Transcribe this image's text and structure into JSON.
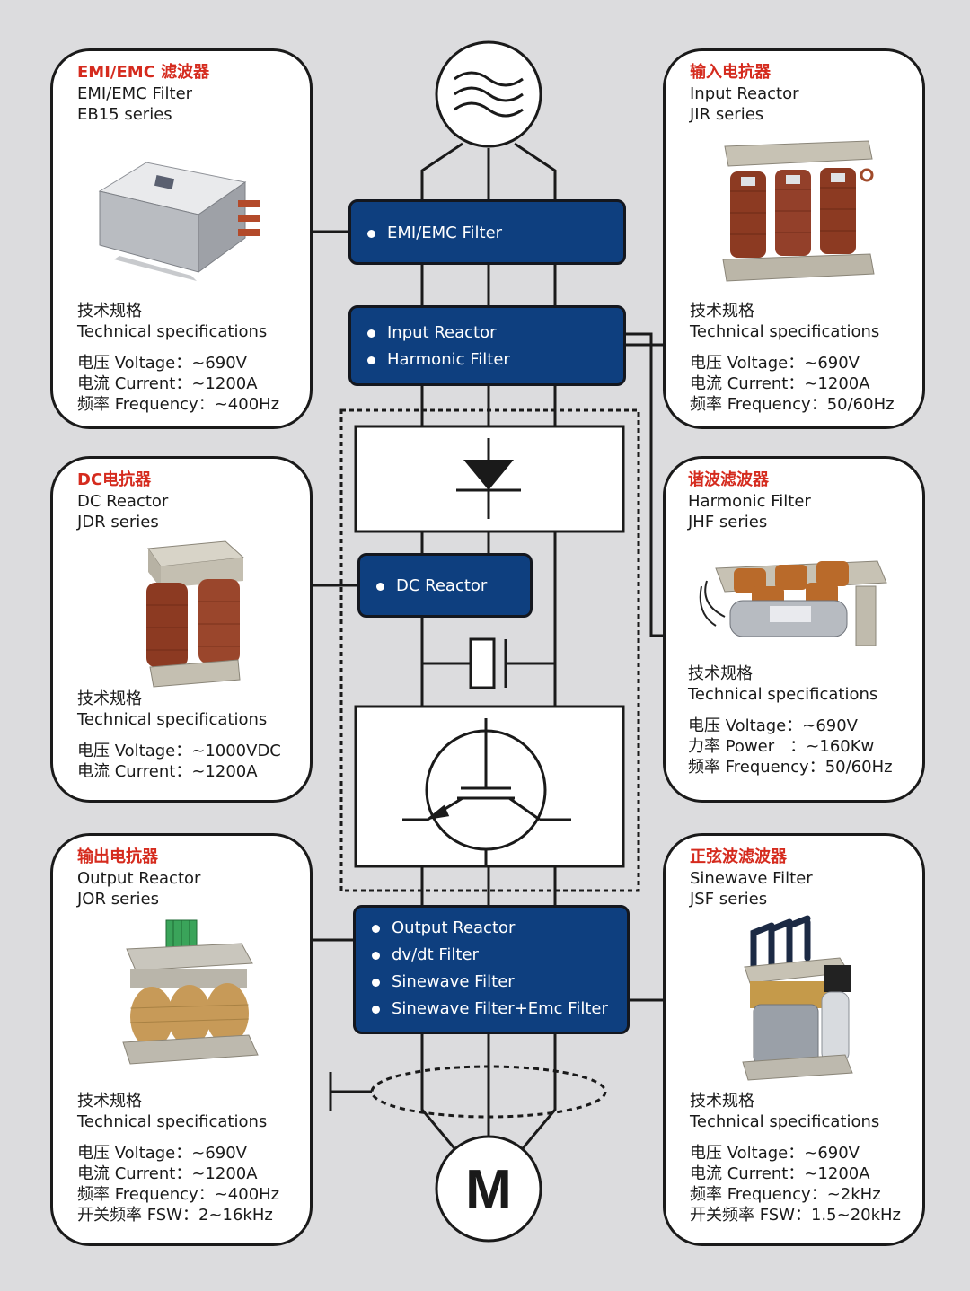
{
  "colors": {
    "accent_red": "#d52b1e",
    "block_blue": "#0e3f7f",
    "background": "#dcdcde"
  },
  "diagram": {
    "source_icon": "ac-supply-icon",
    "motor_label": "M",
    "blocks": {
      "emi": [
        "EMI/EMC Filter"
      ],
      "input": [
        "Input Reactor",
        "Harmonic Filter"
      ],
      "dc": [
        "DC Reactor"
      ],
      "output": [
        "Output Reactor",
        "dv/dt Filter",
        "Sinewave Filter",
        "Sinewave Filter+Emc Filter"
      ]
    }
  },
  "cards": [
    {
      "cn": "EMI/EMC 滤波器",
      "en1": "EMI/EMC Filter",
      "en2": "EB15 series",
      "spec_cn": "技术规格",
      "spec_en": "Technical specifications",
      "specs": [
        "电压 Voltage：~690V",
        "电流 Current：~1200A",
        "频率 Frequency：~400Hz"
      ]
    },
    {
      "cn": "输入电抗器",
      "en1": "Input Reactor",
      "en2": "JIR series",
      "spec_cn": "技术规格",
      "spec_en": "Technical specifications",
      "specs": [
        "电压 Voltage：~690V",
        "电流 Current：~1200A",
        "频率 Frequency：50/60Hz"
      ]
    },
    {
      "cn": "DC电抗器",
      "en1": "DC Reactor",
      "en2": "JDR series",
      "spec_cn": "技术规格",
      "spec_en": "Technical specifications",
      "specs": [
        "电压 Voltage：~1000VDC",
        "电流 Current：~1200A"
      ]
    },
    {
      "cn": "谐波滤波器",
      "en1": "Harmonic Filter",
      "en2": "JHF series",
      "spec_cn": "技术规格",
      "spec_en": "Technical specifications",
      "specs": [
        "电压 Voltage：~690V",
        "力率 Power   ：~160Kw",
        "频率 Frequency：50/60Hz"
      ]
    },
    {
      "cn": "输出电抗器",
      "en1": "Output Reactor",
      "en2": "JOR series",
      "spec_cn": "技术规格",
      "spec_en": "Technical specifications",
      "specs": [
        "电压 Voltage：~690V",
        "电流 Current：~1200A",
        "频率 Frequency：~400Hz",
        "开关频率 FSW：2~16kHz"
      ]
    },
    {
      "cn": "正弦波滤波器",
      "en1": "Sinewave Filter",
      "en2": "JSF series",
      "spec_cn": "技术规格",
      "spec_en": "Technical specifications",
      "specs": [
        "电压 Voltage：~690V",
        "电流 Current：~1200A",
        "频率 Frequency：~2kHz",
        "开关频率 FSW：1.5~20kHz"
      ]
    }
  ]
}
